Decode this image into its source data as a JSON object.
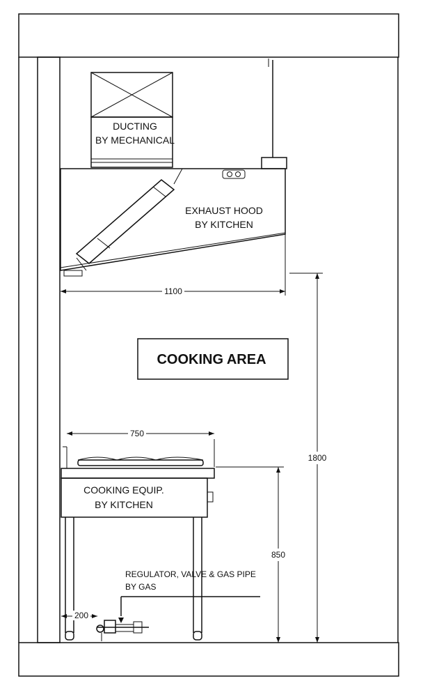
{
  "labels": {
    "ducting_line1": "DUCTING",
    "ducting_line2": "BY MECHANICAL",
    "hood_line1": "EXHAUST HOOD",
    "hood_line2": "BY KITCHEN",
    "cooking_area": "COOKING AREA",
    "equip_line1": "COOKING EQUIP.",
    "equip_line2": "BY KITCHEN",
    "gas_line1": "REGULATOR, VALVE & GAS PIPE",
    "gas_line2": "BY GAS"
  },
  "dimensions": {
    "hood_width": "1100",
    "equip_width": "750",
    "total_height": "1800",
    "equip_height": "850",
    "wall_offset": "200"
  }
}
